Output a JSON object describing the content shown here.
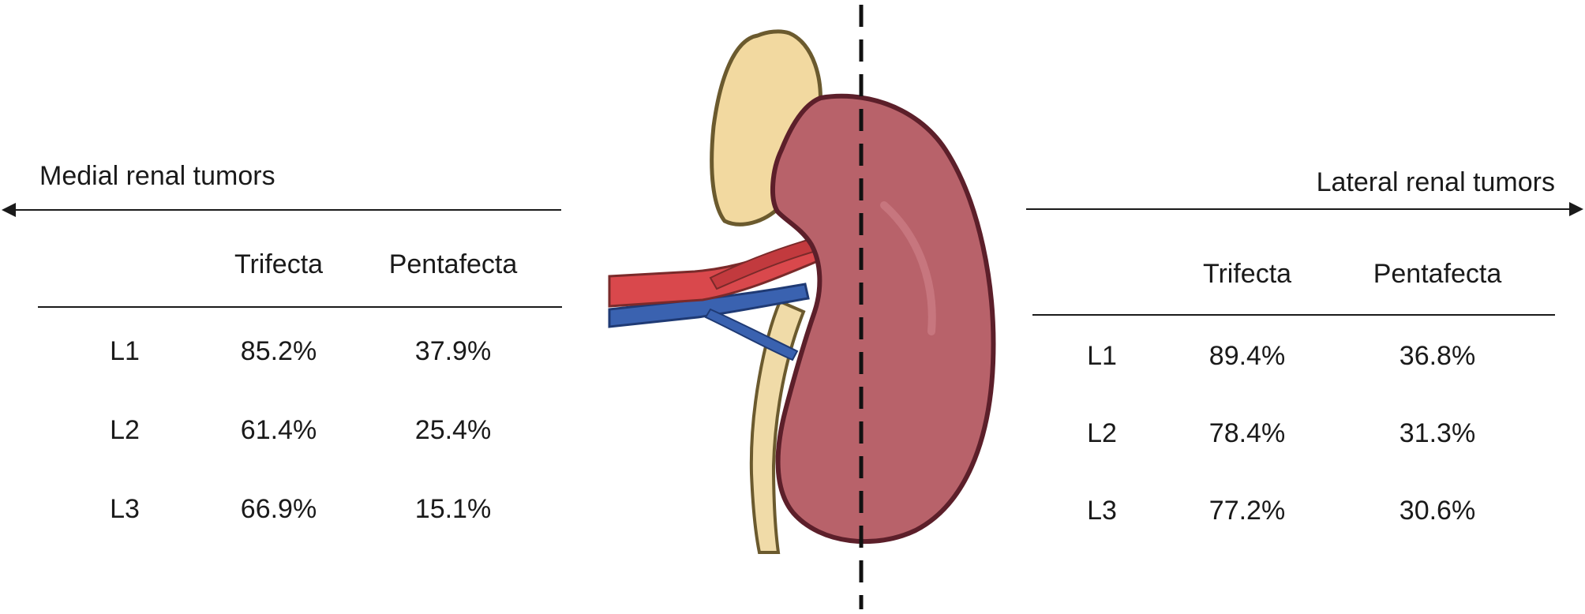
{
  "left": {
    "title": "Medial renal tumors",
    "columns": [
      "Trifecta",
      "Pentafecta"
    ],
    "rows": [
      {
        "level": "L1",
        "trifecta": "85.2%",
        "pentafecta": "37.9%"
      },
      {
        "level": "L2",
        "trifecta": "61.4%",
        "pentafecta": "25.4%"
      },
      {
        "level": "L3",
        "trifecta": "66.9%",
        "pentafecta": "15.1%"
      }
    ]
  },
  "right": {
    "title": "Lateral renal tumors",
    "columns": [
      "Trifecta",
      "Pentafecta"
    ],
    "rows": [
      {
        "level": "L1",
        "trifecta": "89.4%",
        "pentafecta": "36.8%"
      },
      {
        "level": "L2",
        "trifecta": "78.4%",
        "pentafecta": "31.3%"
      },
      {
        "level": "L3",
        "trifecta": "77.2%",
        "pentafecta": "30.6%"
      }
    ]
  },
  "colors": {
    "kidney": "#b8626a",
    "kidney_outline": "#5c1f2a",
    "adrenal": "#f2d9a0",
    "adrenal_outline": "#6b5a2e",
    "artery": "#d9484c",
    "vein": "#3a62b0",
    "ureter": "#f0dba8"
  }
}
